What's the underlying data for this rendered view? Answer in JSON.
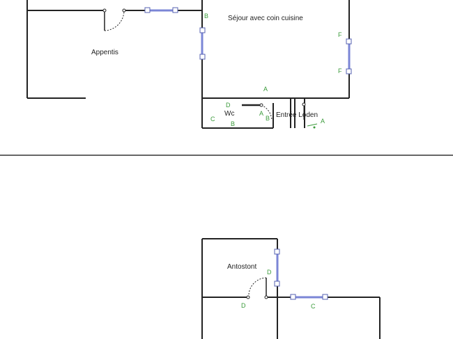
{
  "colors": {
    "wall": "#222222",
    "window": "#7b86d6",
    "label": "#222222",
    "marker": "#3a9a3a",
    "separator": "#333333"
  },
  "rooms": {
    "sejour": "Séjour avec coin cuisine",
    "appentis": "Appentis",
    "wc": "Wc",
    "entree": "Entrée Loden",
    "lower_room": "Antostont"
  },
  "markers": {
    "b_top": "B",
    "f_upper": "F",
    "f_lower": "F",
    "a_top": "A",
    "d_wc": "D",
    "c_wc": "C",
    "b_wc": "B",
    "a_wc": "A",
    "b_wc_right": "B",
    "a_entree": "A",
    "d_lower_upper": "D",
    "d_lower": "D",
    "c_lower": "C"
  }
}
